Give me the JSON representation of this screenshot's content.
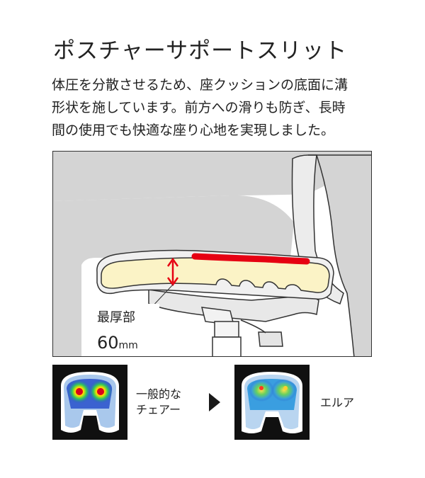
{
  "title": "ポスチャーサポートスリット",
  "description": [
    "体圧を分散させるため、座クッションの底面に溝",
    "形状を施しています。前方への滑りも防ぎ、長時",
    "間の使用でも快適な座り心地を実現しました。"
  ],
  "illustration": {
    "thickness_label": "最厚部",
    "thickness_value": "60",
    "thickness_unit": "mm"
  },
  "comparison": {
    "left_caption": [
      "一般的な",
      "チェアー"
    ],
    "right_caption": "エルア"
  },
  "colors": {
    "support_line": "#e60012",
    "cushion_fill": "#fbf3c6",
    "chair_gray": "#d4d4d4"
  }
}
